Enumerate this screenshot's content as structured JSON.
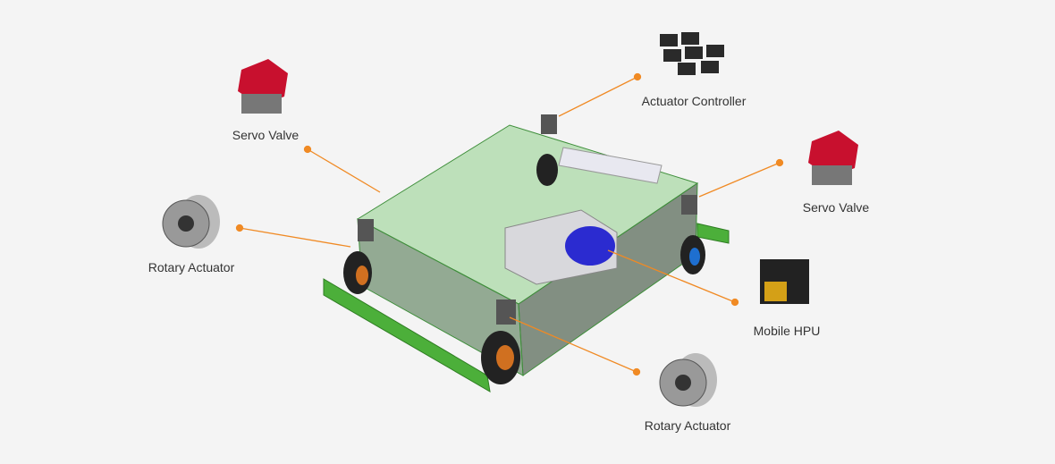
{
  "diagram": {
    "components": [
      {
        "id": "servo-valve-left",
        "label": "Servo Valve"
      },
      {
        "id": "rotary-actuator-left",
        "label": "Rotary Actuator"
      },
      {
        "id": "actuator-controller",
        "label": "Actuator Controller"
      },
      {
        "id": "servo-valve-right",
        "label": "Servo Valve"
      },
      {
        "id": "mobile-hpu",
        "label": "Mobile HPU"
      },
      {
        "id": "rotary-actuator-bottom",
        "label": "Rotary Actuator"
      }
    ],
    "colors": {
      "leader": "#f08a24",
      "frame": "#5fb85a",
      "bumper": "#4caf3a",
      "valve": "#c8102e"
    }
  }
}
